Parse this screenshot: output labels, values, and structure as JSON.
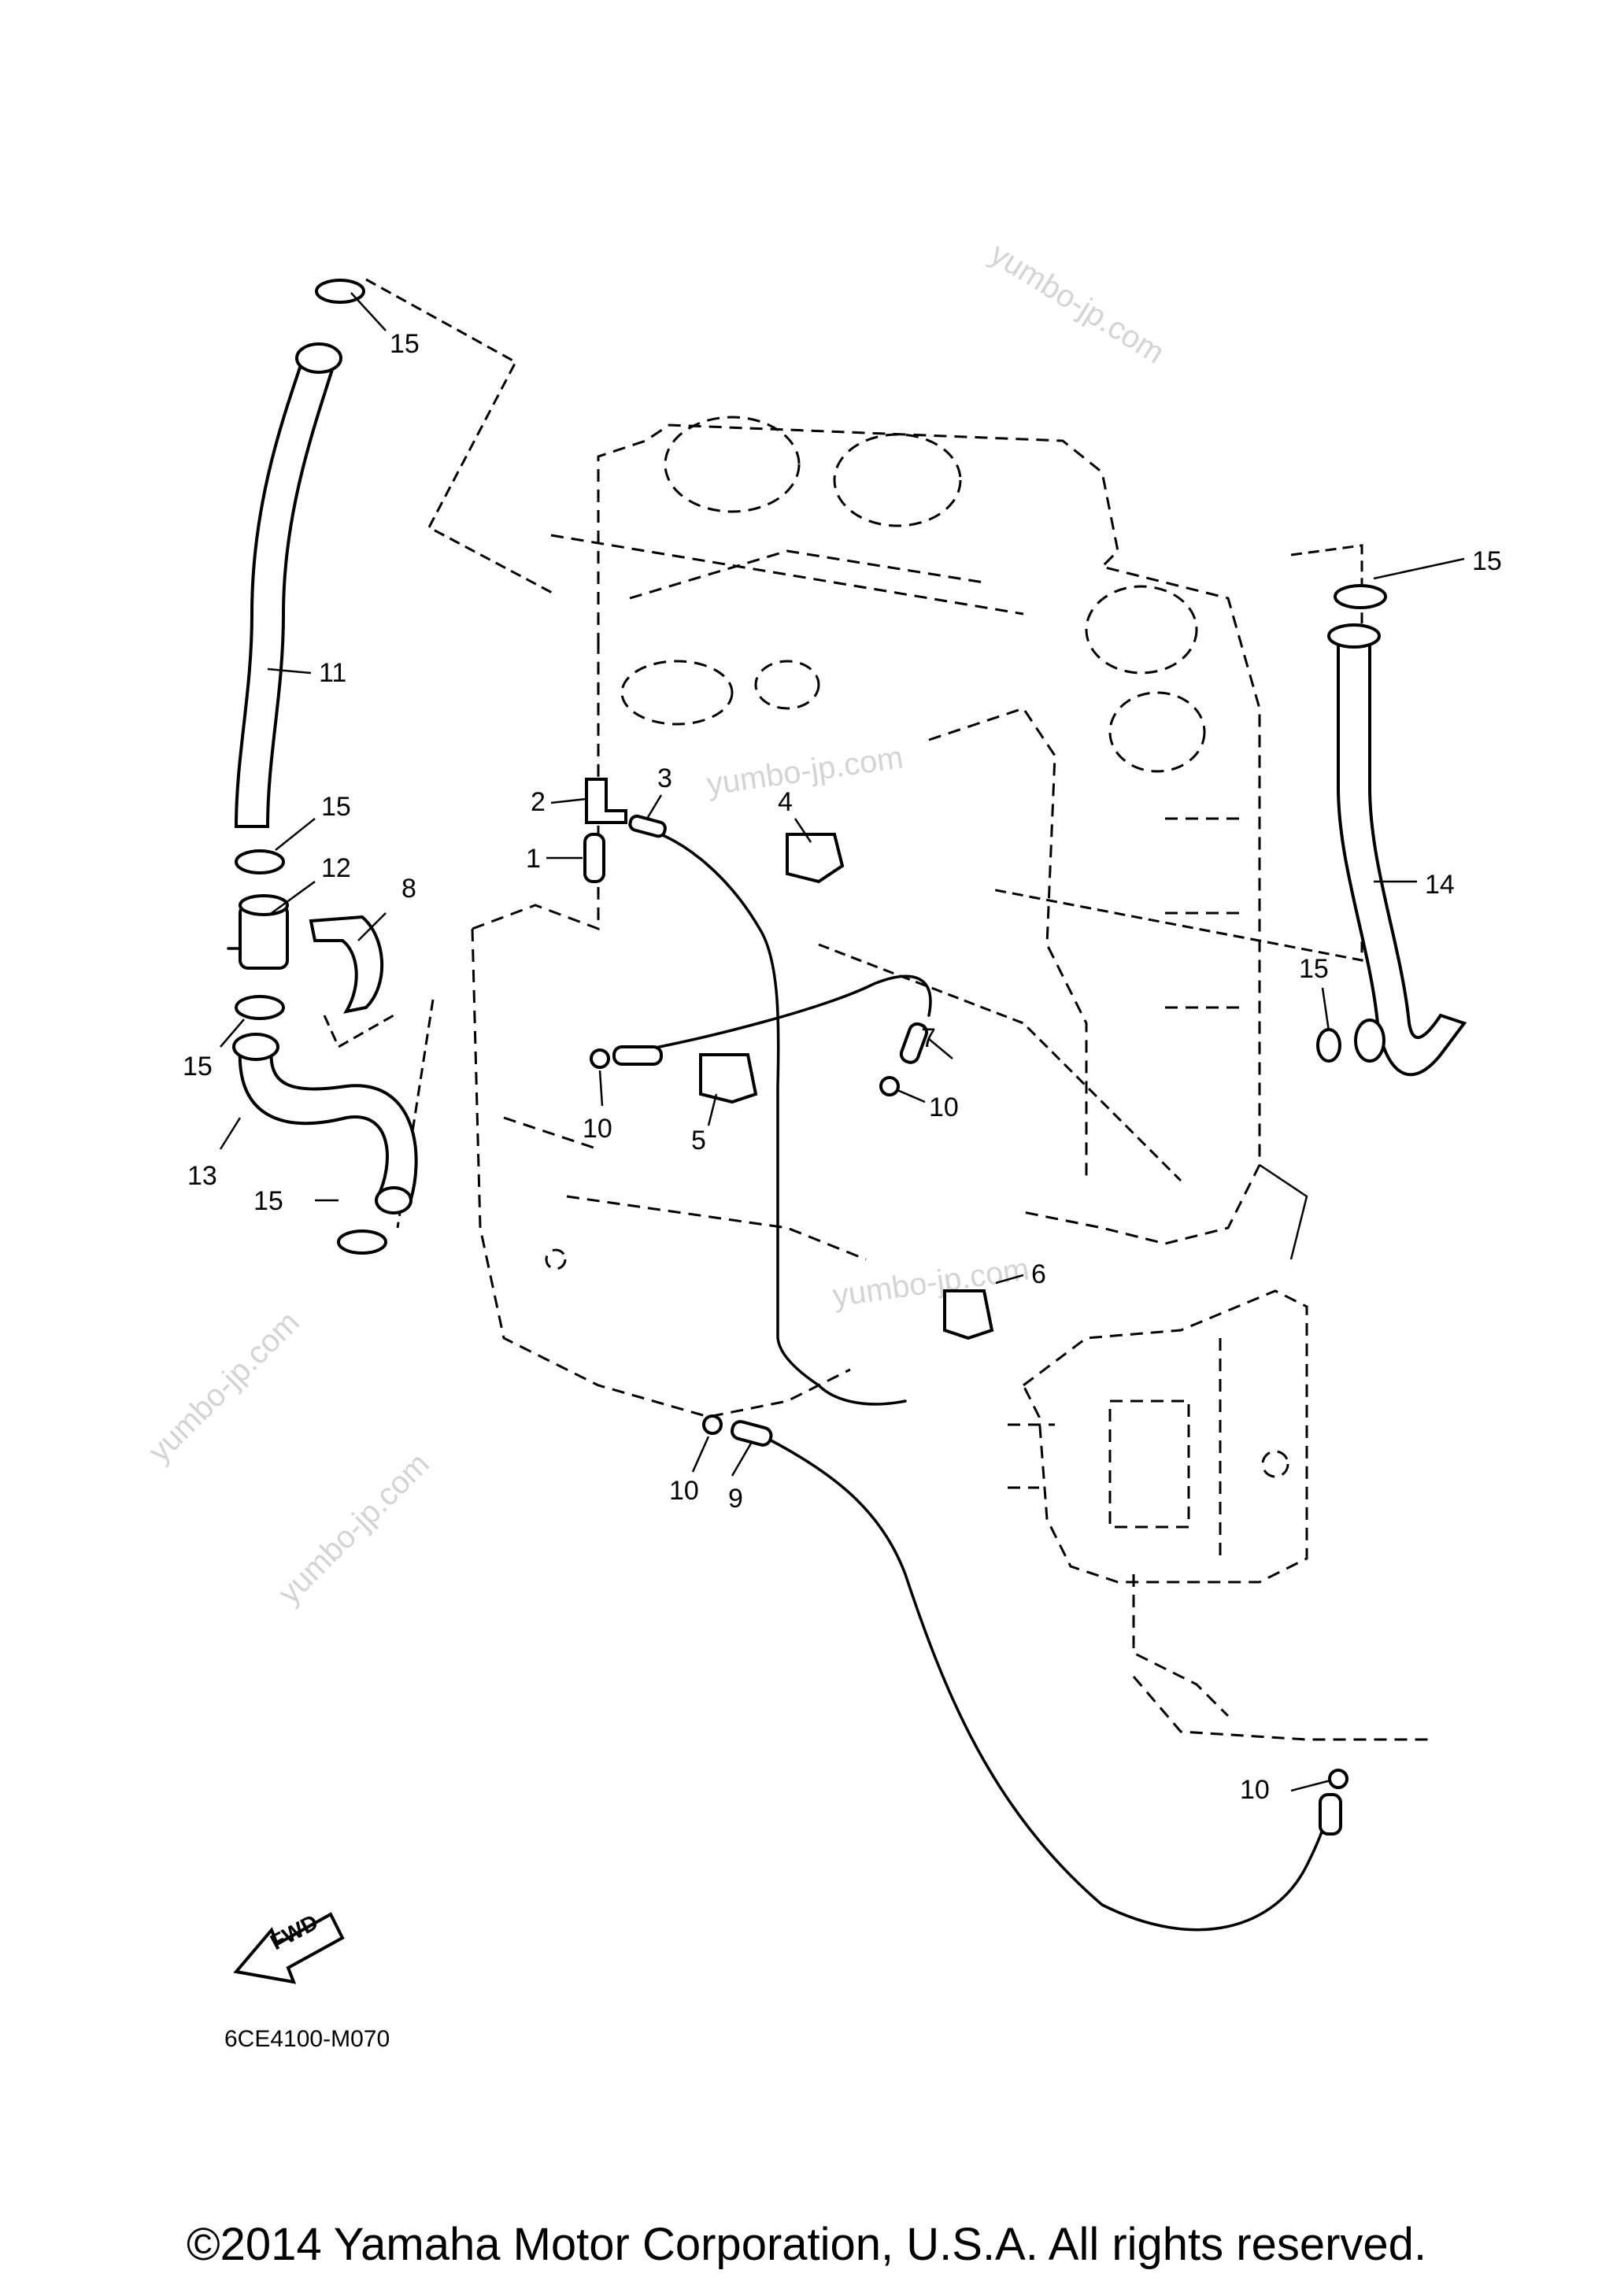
{
  "callouts": {
    "c1": "1",
    "c2": "2",
    "c3": "3",
    "c4": "4",
    "c5": "5",
    "c6": "6",
    "c7": "7",
    "c8": "8",
    "c9": "9",
    "c10a": "10",
    "c10b": "10",
    "c10c": "10",
    "c10d": "10",
    "c11": "11",
    "c12": "12",
    "c13": "13",
    "c14": "14",
    "c15a": "15",
    "c15b": "15",
    "c15c": "15",
    "c15d": "15",
    "c15e": "15",
    "c15f": "15"
  },
  "watermark": "yumbo-jp.com",
  "fwd_label": "FWD",
  "diagram_code": "6CE4100-M070",
  "copyright": "©2014 Yamaha Motor Corporation, U.S.A. All rights reserved."
}
